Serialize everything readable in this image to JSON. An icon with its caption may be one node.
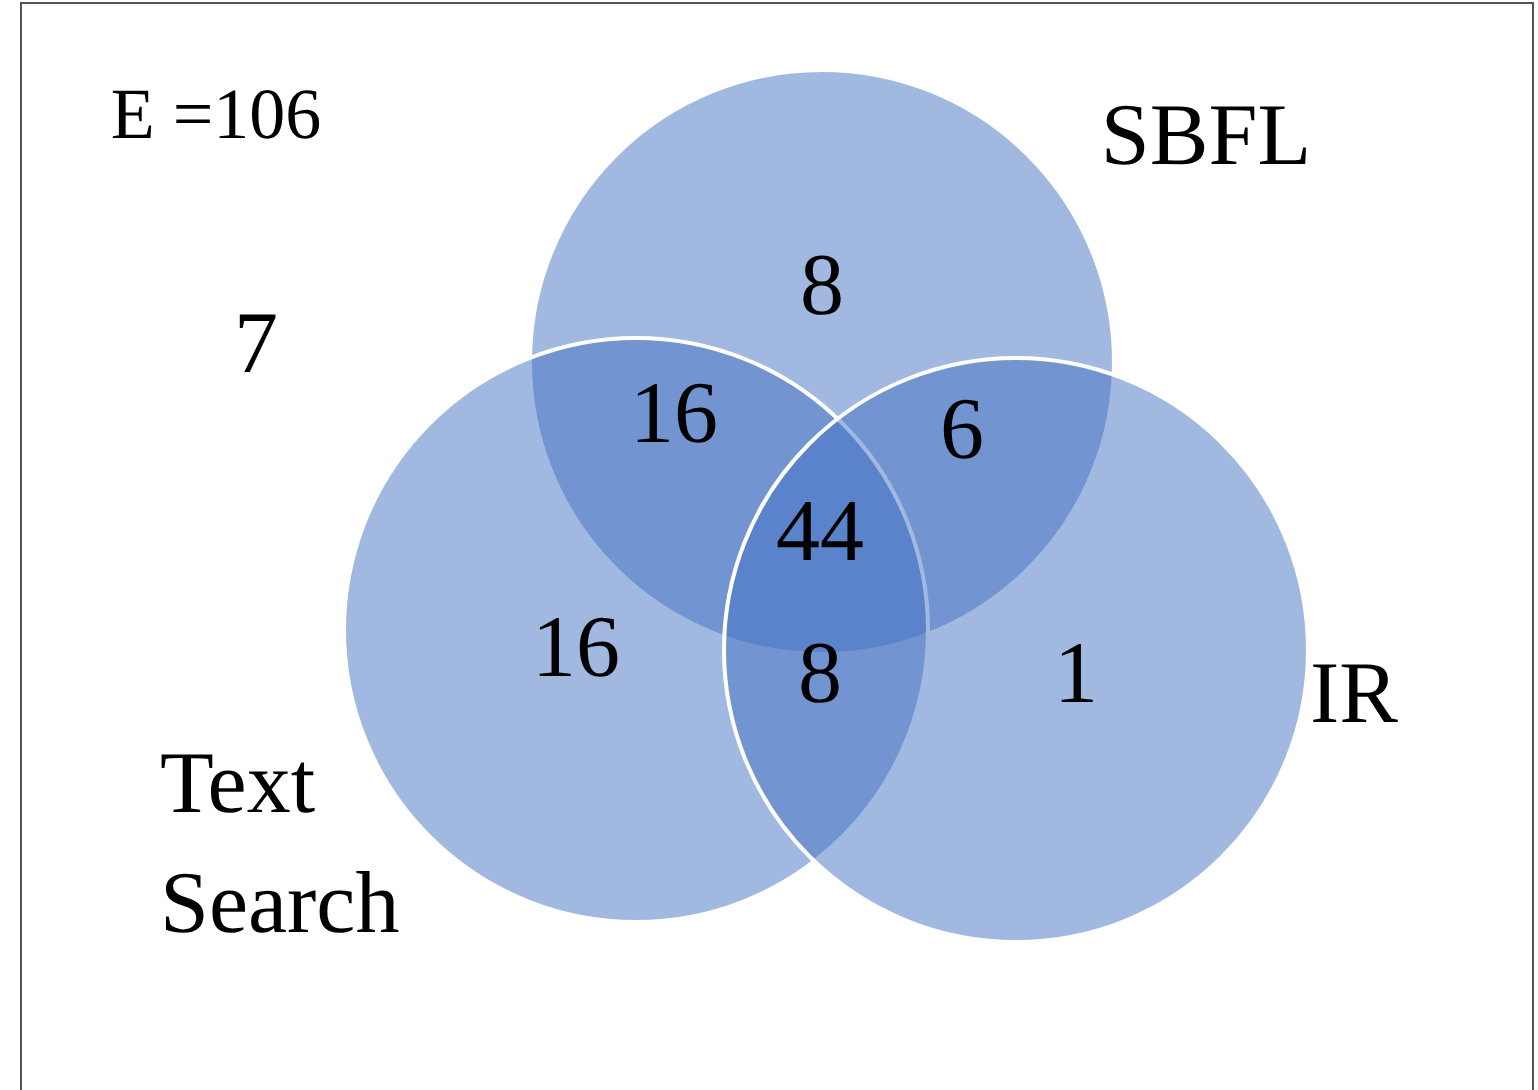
{
  "diagram": {
    "nodes": [
      {
        "text": [
          "SBFL"
        ]
      },
      {
        "text": [
          "Text Search"
        ]
      },
      {
        "text": [
          "IR"
        ]
      }
    ],
    "labels": [
      "E =106",
      "8",
      "7",
      "16",
      "6",
      "44",
      "16",
      "8",
      "1"
    ]
  }
}
